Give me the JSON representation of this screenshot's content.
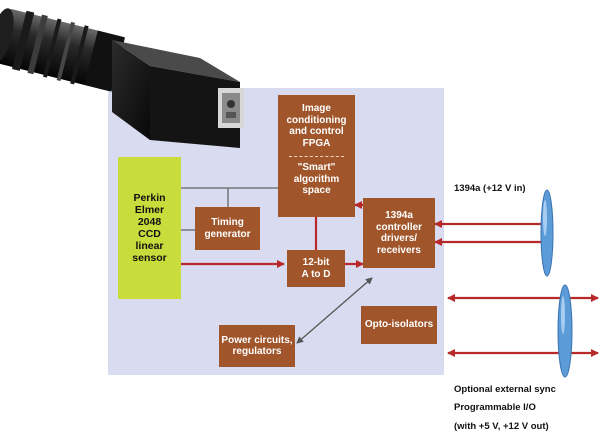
{
  "colors": {
    "panel": "#d9dcf0",
    "block": "#a0552a",
    "sensor": "#c8dc3c",
    "arrow_red": "#b82a2a",
    "lens": "#5b9bd8"
  },
  "blocks": {
    "sensor": "Perkin\nElmer\n2048\nCCD\nlinear\nsensor",
    "timing": "Timing\ngenerator",
    "fpga_top": "Image\nconditioning\nand control\nFPGA",
    "fpga_bottom": "\"Smart\"\nalgorithm\nspace",
    "adc": "12-bit\nA to D",
    "controller": "1394a\ncontroller\ndrivers/\nreceivers",
    "power": "Power circuits,\nregulators",
    "opto": "Opto-isolators"
  },
  "labels": {
    "bus_1394": "1394a (+12 V in)",
    "external_line1": "Optional external sync",
    "external_line2": "Programmable I/O",
    "external_line3": "(with +5 V, +12 V out)"
  },
  "icons": {
    "camera": "camera-icon",
    "lens_upper": "lens-icon",
    "lens_lower": "lens-icon"
  }
}
